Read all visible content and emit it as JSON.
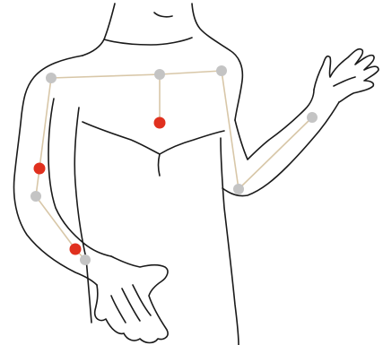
{
  "colors": {
    "background": "#ffffff",
    "outline": "#1a1a1a",
    "bone_line": "#d8c7a8",
    "joint_inactive": "#c4c4c4",
    "joint_active": "#e0301e"
  },
  "skeleton": {
    "joints": [
      {
        "id": "neck",
        "state": "inactive"
      },
      {
        "id": "right-shoulder",
        "state": "inactive"
      },
      {
        "id": "left-shoulder",
        "state": "inactive"
      },
      {
        "id": "chest",
        "state": "active"
      },
      {
        "id": "right-elbow",
        "state": "active"
      },
      {
        "id": "right-forearm",
        "state": "inactive"
      },
      {
        "id": "right-wrist",
        "state": "active"
      },
      {
        "id": "right-hand",
        "state": "inactive"
      },
      {
        "id": "left-elbow",
        "state": "inactive"
      },
      {
        "id": "left-wrist",
        "state": "inactive"
      }
    ],
    "bones": [
      {
        "from": "right-shoulder",
        "to": "neck"
      },
      {
        "from": "neck",
        "to": "left-shoulder"
      },
      {
        "from": "neck",
        "to": "chest"
      },
      {
        "from": "right-shoulder",
        "to": "right-elbow"
      },
      {
        "from": "right-elbow",
        "to": "right-forearm"
      },
      {
        "from": "right-forearm",
        "to": "right-wrist"
      },
      {
        "from": "right-wrist",
        "to": "right-hand"
      },
      {
        "from": "left-shoulder",
        "to": "left-elbow"
      },
      {
        "from": "left-elbow",
        "to": "left-wrist"
      }
    ]
  }
}
